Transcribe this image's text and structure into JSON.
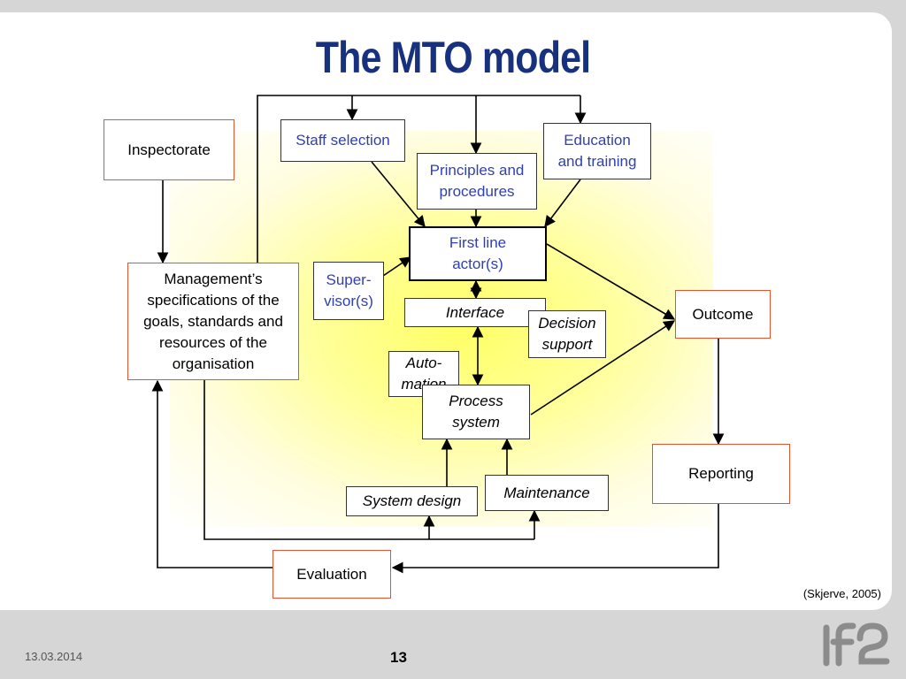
{
  "title": "The MTO model",
  "nodes": {
    "inspectorate": "Inspectorate",
    "staff_selection": "Staff selection",
    "principles": "Principles and procedures",
    "education": "Education and training",
    "first_line": "First line actor(s)",
    "supervisor": "Super-visor(s)",
    "management": "Management’s specifications of the goals, standards and resources of the organisation",
    "interface": "Interface",
    "decision_support": "Decision support",
    "automation": "Auto-mation",
    "process_system": "Process system",
    "outcome": "Outcome",
    "reporting": "Reporting",
    "system_design": "System design",
    "maintenance": "Maintenance",
    "evaluation": "Evaluation"
  },
  "source": "(Skjerve, 2005)",
  "footer": {
    "date": "13.03.2014",
    "page": "13",
    "logo_icon": "ife-logo-icon"
  }
}
